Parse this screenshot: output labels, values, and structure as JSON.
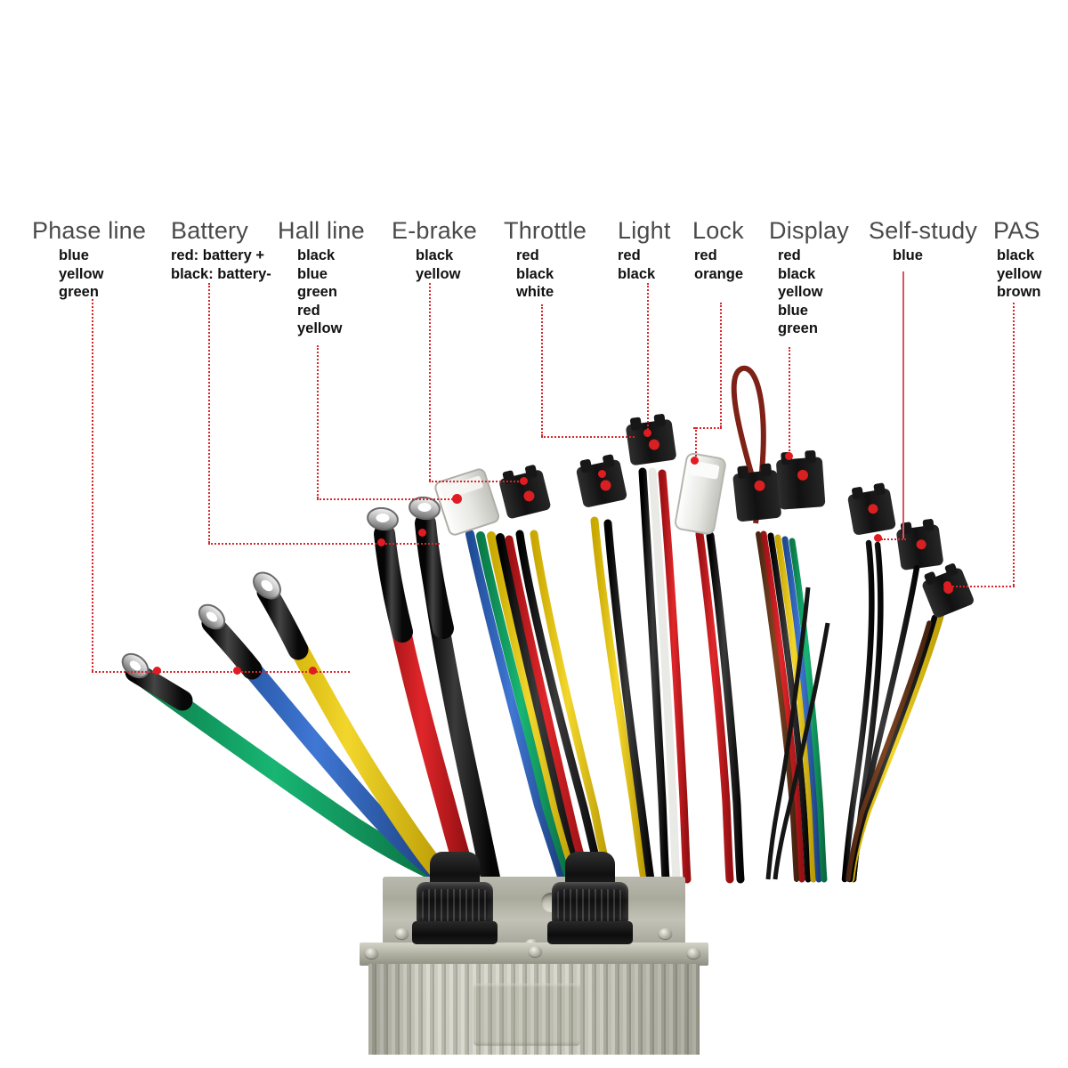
{
  "diagram": {
    "title": "Electric Bike Brushless Motor Controller Wiring Labels",
    "leader_color": "#d8262c",
    "dot_color": "#e11b22",
    "title_text_color": "#4a4a4a",
    "sub_text_color": "#111111",
    "background": "#ffffff"
  },
  "labels": [
    {
      "id": "phase-line",
      "title": "Phase line",
      "wires": [
        "blue",
        "yellow",
        "green"
      ]
    },
    {
      "id": "battery",
      "title": "Battery",
      "wires": [
        "red: battery +",
        "black: battery-"
      ]
    },
    {
      "id": "hall-line",
      "title": "Hall line",
      "wires": [
        "black",
        "blue",
        "green",
        "red",
        "yellow"
      ]
    },
    {
      "id": "e-brake",
      "title": "E-brake",
      "wires": [
        "black",
        "yellow"
      ]
    },
    {
      "id": "throttle",
      "title": "Throttle",
      "wires": [
        "red",
        "black",
        "white"
      ]
    },
    {
      "id": "light",
      "title": "Light",
      "wires": [
        "red",
        "black"
      ]
    },
    {
      "id": "lock",
      "title": "Lock",
      "wires": [
        "red",
        "orange"
      ]
    },
    {
      "id": "display",
      "title": "Display",
      "wires": [
        "red",
        "black",
        "yellow",
        "blue",
        "green"
      ]
    },
    {
      "id": "self-study",
      "title": "Self-study",
      "wires": [
        "blue"
      ]
    },
    {
      "id": "pas",
      "title": "PAS",
      "wires": [
        "black",
        "yellow",
        "brown"
      ]
    }
  ],
  "wire_colors": {
    "green": "#0f9c5e",
    "blue": "#2f62b8",
    "yellow": "#e8c313",
    "red": "#d01a1e",
    "black": "#1a1a1a",
    "white": "#eeeeea",
    "orange": "#e07a16",
    "brown": "#6b3a1e",
    "sheath": "#1c1c1c",
    "terminal": "#c9c9c9"
  },
  "connectors": {
    "hall_connector_color": "#ededed",
    "throttle_connector_color": "#f2f2f2",
    "jst_connector_color": "#1b1b1b",
    "jst_key_color": "#d81f22"
  },
  "controller": {
    "housing_color": "#b8b8ac",
    "gland_color": "#161616",
    "gland_count": 2,
    "screw_count": 6
  }
}
